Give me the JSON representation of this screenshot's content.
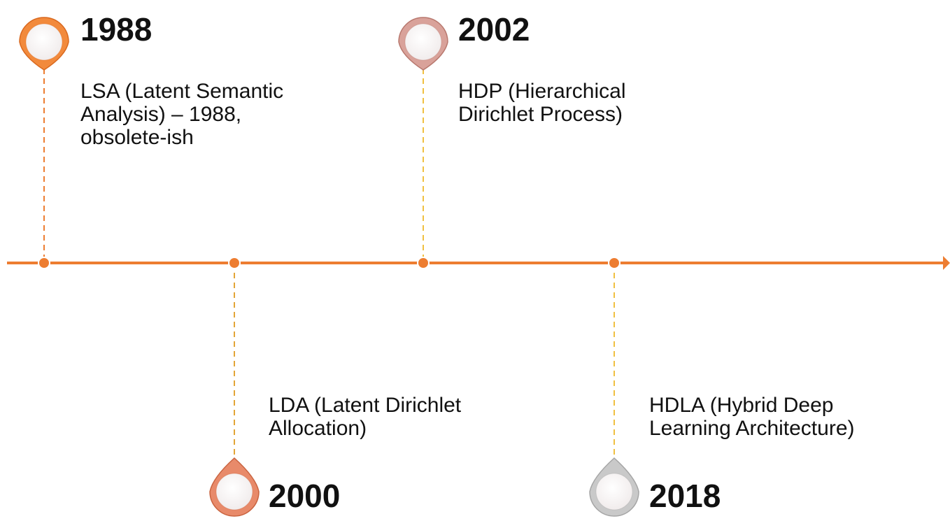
{
  "timeline": {
    "axis_color": "#ED7D31",
    "events": [
      {
        "year": "1988",
        "lines": [
          "LSA (Latent Semantic",
          "Analysis) – 1988,",
          "obsolete-ish"
        ],
        "side": "top",
        "pin_color": "#F28A3C",
        "pin_dark": "#D9681E",
        "connector_color": "#ED7D31"
      },
      {
        "year": "2000",
        "lines": [
          "LDA (Latent Dirichlet",
          "Allocation)"
        ],
        "side": "bottom",
        "pin_color": "#E88A6A",
        "pin_dark": "#C9633F",
        "connector_color": "#E3A536"
      },
      {
        "year": "2002",
        "lines": [
          "HDP (Hierarchical",
          "Dirichlet Process)"
        ],
        "side": "top",
        "pin_color": "#D9A29A",
        "pin_dark": "#B8786E",
        "connector_color": "#F0C040"
      },
      {
        "year": "2018",
        "lines": [
          "HDLA (Hybrid Deep",
          "Learning Architecture)"
        ],
        "side": "bottom",
        "pin_color": "#C9C9C9",
        "pin_dark": "#A5A5A5",
        "connector_color": "#F0C040"
      }
    ]
  }
}
